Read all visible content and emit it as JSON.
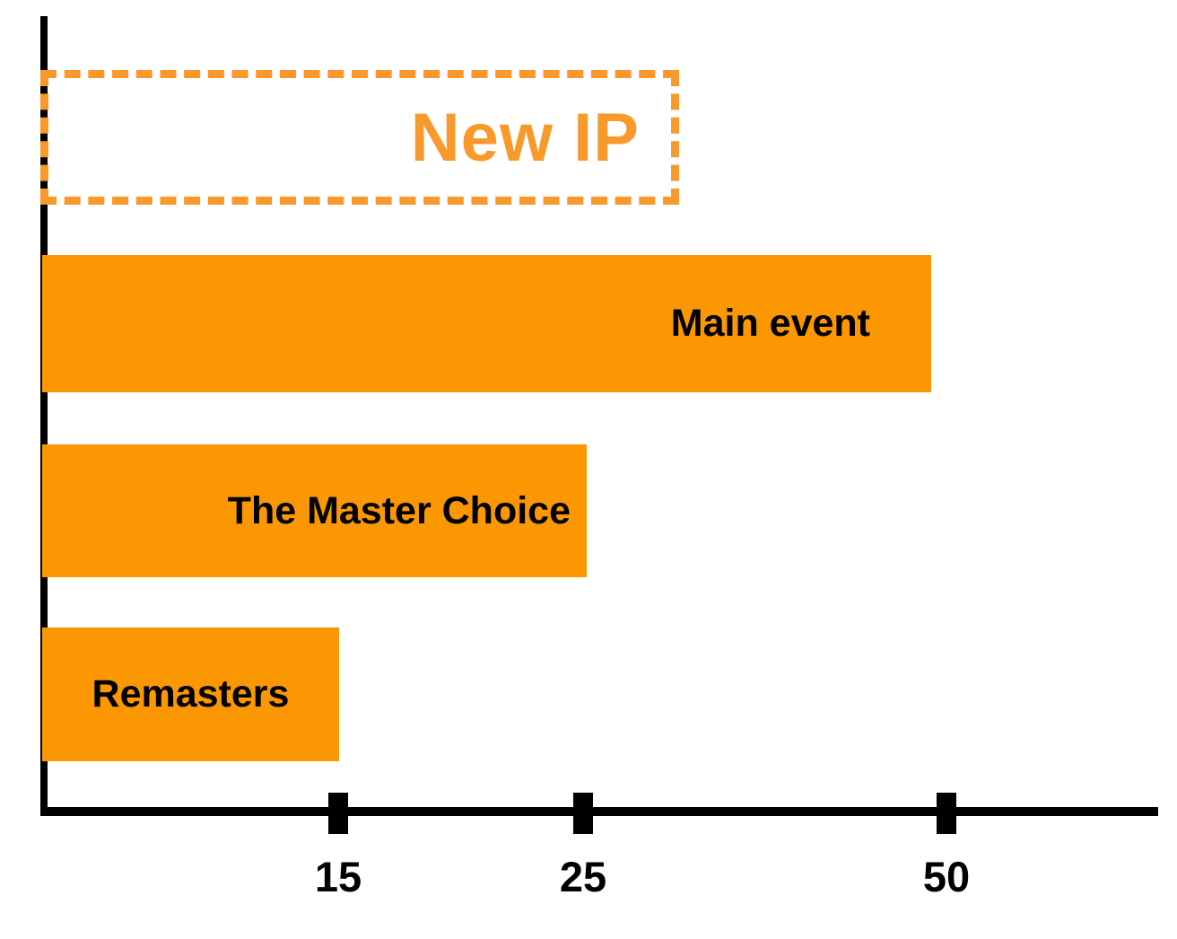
{
  "chart_data": {
    "type": "bar",
    "orientation": "horizontal",
    "title": "",
    "xlabel": "",
    "ylabel": "",
    "categories": [
      "New IP",
      "Main event",
      "The Master Choice",
      "Remasters"
    ],
    "values": [
      null,
      50,
      25,
      15
    ],
    "x_ticks": [
      "15",
      "25",
      "50"
    ],
    "xlim": [
      0,
      60
    ],
    "grid": false,
    "legend": "none",
    "notes": "Top category 'New IP' is drawn as an empty dashed-outline bar with no value; the three solid bars end at the 50, 25 and 15 axis ticks respectively; x-axis tick spacing is not linear.",
    "colors": {
      "bar_fill": "#FB9702",
      "dashed_outline": "#F8992B",
      "new_ip_text": "#F8992B",
      "bar_label_text": "#000000",
      "axis": "#000000",
      "background": "#FFFFFF"
    }
  }
}
